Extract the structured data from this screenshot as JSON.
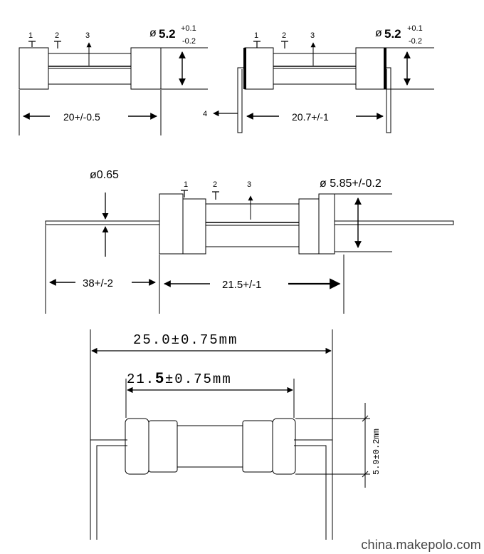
{
  "fig1": {
    "callout_1": "1",
    "callout_2": "2",
    "callout_3": "3",
    "diameter_symbol": "ø",
    "diameter_value": "5.2",
    "tol_upper": "+0.1",
    "tol_lower": "-0.2",
    "length_label": "20+/-0.5"
  },
  "fig2": {
    "callout_1": "1",
    "callout_2": "2",
    "callout_3": "3",
    "callout_4": "4",
    "diameter_symbol": "ø",
    "diameter_value": "5.2",
    "tol_upper": "+0.1",
    "tol_lower": "-0.2",
    "length_label": "20.7+/-1"
  },
  "fig3": {
    "callout_1": "1",
    "callout_2": "2",
    "callout_3": "3",
    "lead_diameter_label": "ø0.65",
    "body_diameter_label": "ø 5.85+/-0.2",
    "lead_length_label": "38+/-2",
    "body_length_label": "21.5+/-1"
  },
  "fig4": {
    "overall_length_label": "25.0±0.75mm",
    "body_length_prefix": "21.",
    "body_length_bold": "5",
    "body_length_suffix": "±0.75mm",
    "diameter_label": "5.9±0.2mm"
  },
  "watermark": "china.makepolo.com"
}
